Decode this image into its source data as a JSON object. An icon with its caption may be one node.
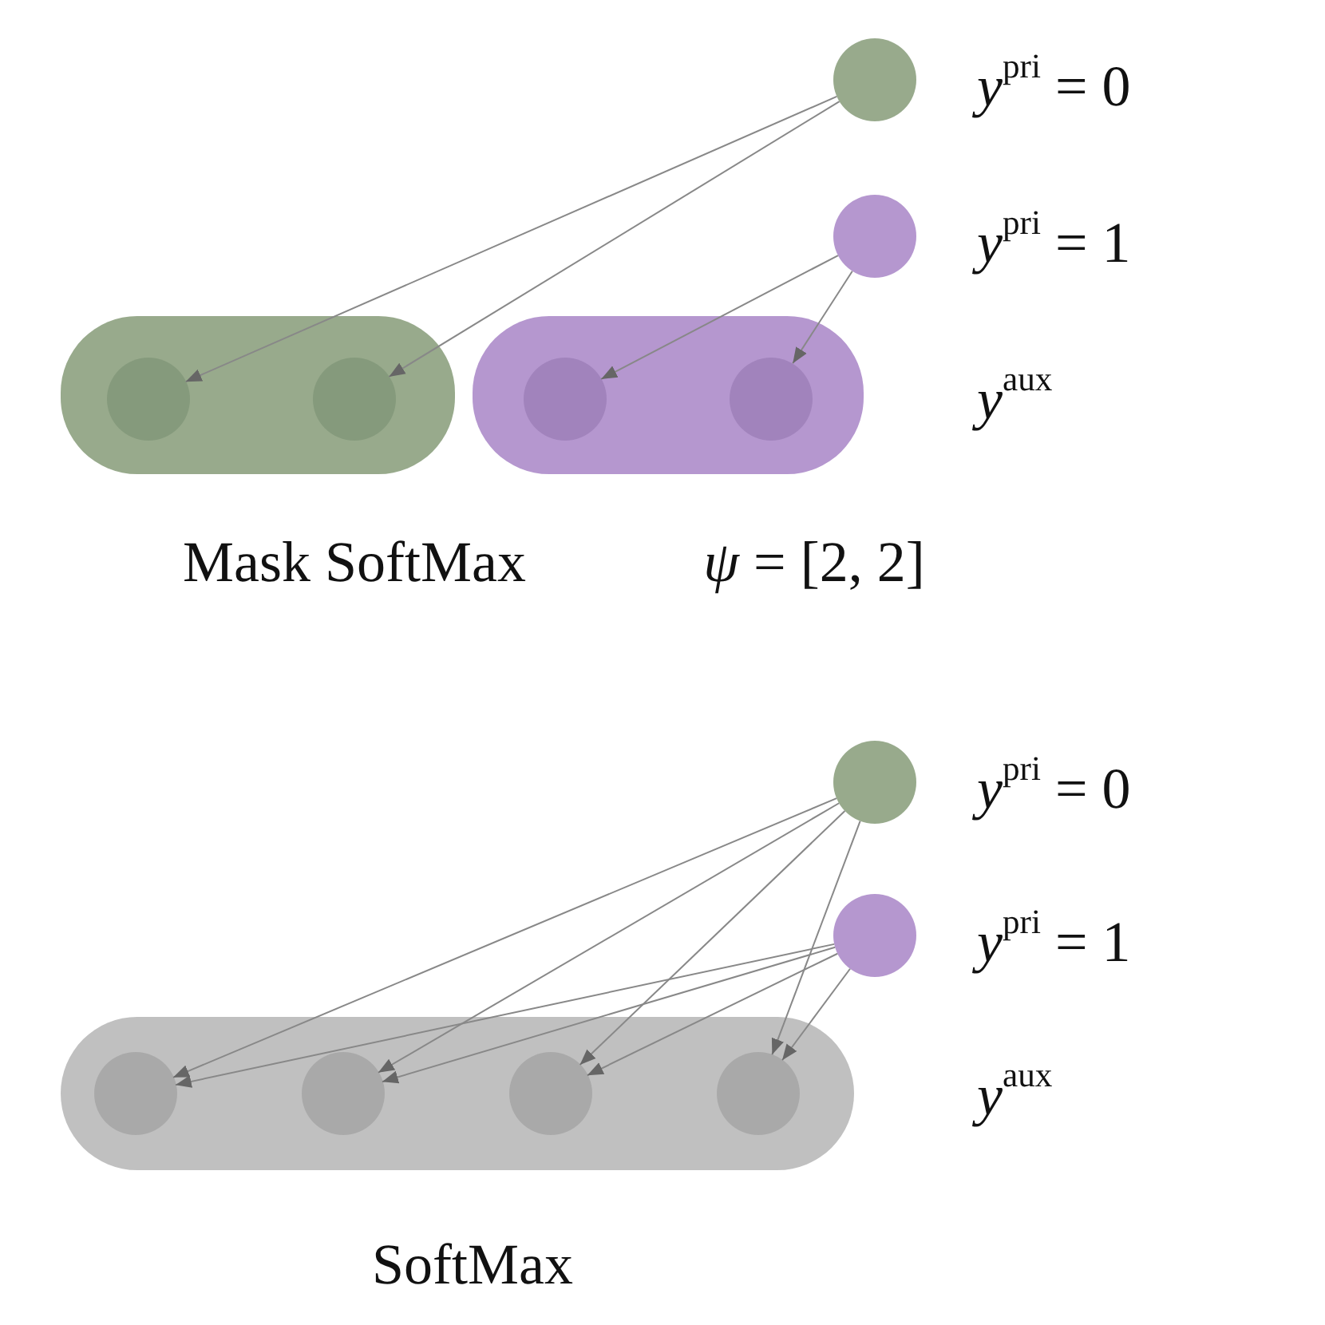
{
  "diagram": {
    "nodes": [
      {
        "text": [],
        "shape": "circle",
        "beside": [
          "*y*$^{pri}$ = 0"
        ]
      },
      {
        "text": [],
        "shape": "circle",
        "beside": [
          "*y*$^{pri}$ = 1"
        ]
      },
      {
        "text": [],
        "shape": "box"
      },
      {
        "text": [],
        "shape": "circle",
        "in": 2
      },
      {
        "text": [],
        "shape": "circle",
        "in": 2
      },
      {
        "text": [],
        "shape": "box"
      },
      {
        "text": [],
        "shape": "circle",
        "in": 5
      },
      {
        "text": [],
        "shape": "circle",
        "in": 5
      },
      {
        "text": [],
        "shape": "circle",
        "beside": [
          "*y*$^{pri}$ = 0"
        ]
      },
      {
        "text": [],
        "shape": "circle",
        "beside": [
          "*y*$^{pri}$ = 1"
        ]
      },
      {
        "text": [],
        "shape": "box"
      },
      {
        "text": [],
        "shape": "circle",
        "in": 10
      },
      {
        "text": [],
        "shape": "circle",
        "in": 10
      },
      {
        "text": [],
        "shape": "circle",
        "in": 10
      },
      {
        "text": [],
        "shape": "circle",
        "in": 10
      }
    ],
    "edges": [
      {
        "from": 0,
        "to": 3,
        "arrow": "to"
      },
      {
        "from": 0,
        "to": 4,
        "arrow": "to"
      },
      {
        "from": 1,
        "to": 6,
        "arrow": "to"
      },
      {
        "from": 1,
        "to": 7,
        "arrow": "to"
      },
      {
        "from": 8,
        "to": 11,
        "arrow": "to"
      },
      {
        "from": 8,
        "to": 12,
        "arrow": "to"
      },
      {
        "from": 8,
        "to": 13,
        "arrow": "to"
      },
      {
        "from": 8,
        "to": 14,
        "arrow": "to"
      },
      {
        "from": 9,
        "to": 11,
        "arrow": "to"
      },
      {
        "from": 9,
        "to": 12,
        "arrow": "to"
      },
      {
        "from": 9,
        "to": 13,
        "arrow": "to"
      },
      {
        "from": 9,
        "to": 14,
        "arrow": "to"
      }
    ],
    "labels": [
      "*y*$^{aux}$",
      "Mask SoftMax",
      "*ψ* = [2, 2]",
      "*y*$^{aux}$",
      "SoftMax"
    ]
  }
}
